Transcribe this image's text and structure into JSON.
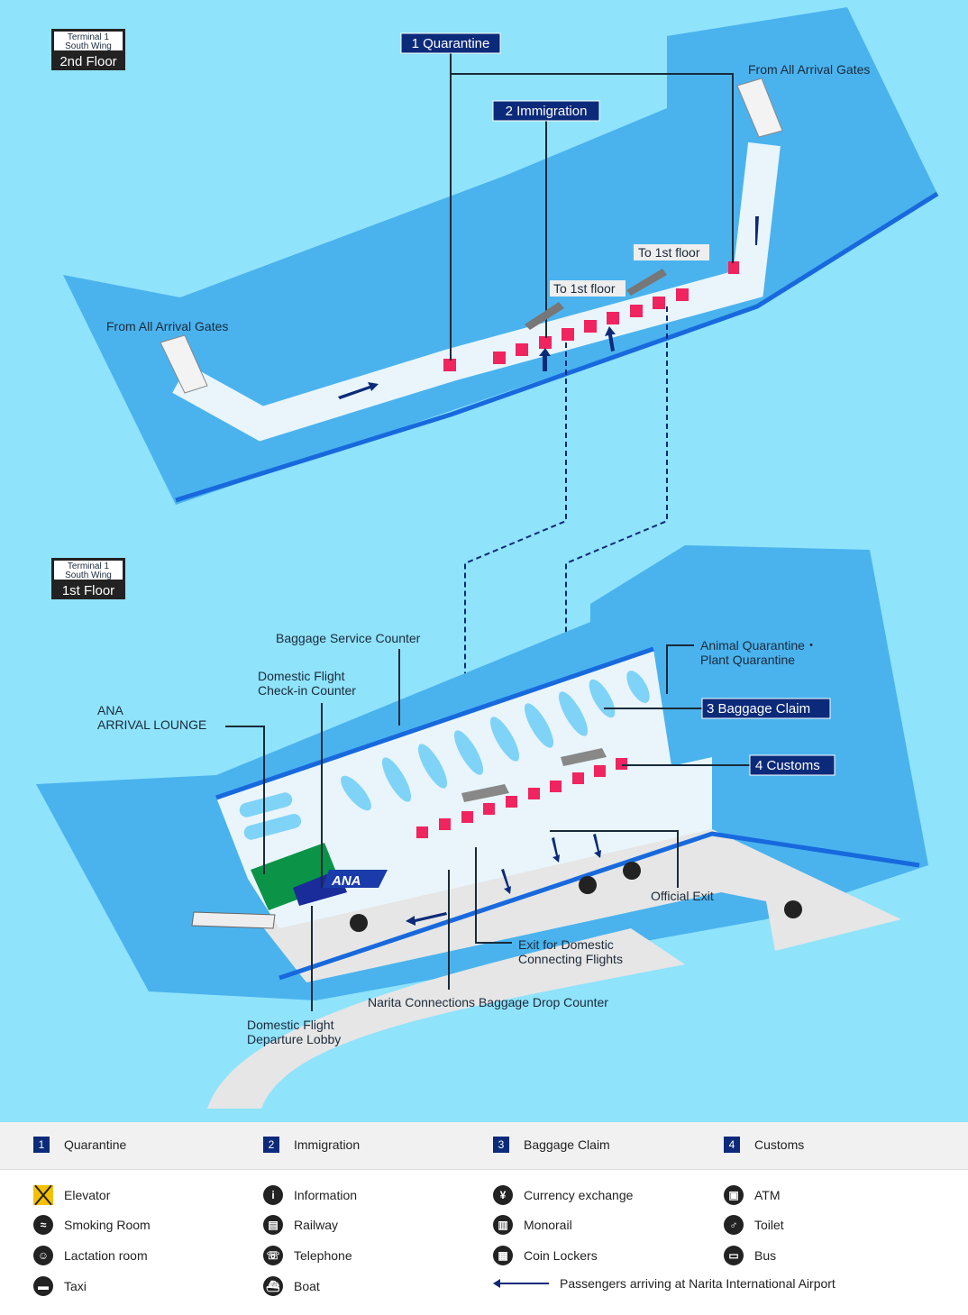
{
  "floors": {
    "second": {
      "terminal": "Terminal 1",
      "wing": "South Wing",
      "floor": "2nd Floor"
    },
    "first": {
      "terminal": "Terminal 1",
      "wing": "South Wing",
      "floor": "1st Floor"
    }
  },
  "second_floor_labels": {
    "quarantine": "1 Quarantine",
    "immigration": "2 Immigration",
    "from_gates_left": "From  All Arrival Gates",
    "from_gates_right": "From  All Arrival Gates",
    "to_first_a": "To 1st floor",
    "to_first_b": "To 1st floor"
  },
  "first_floor_labels": {
    "baggage_service": "Baggage Service Counter",
    "domestic_checkin_1": "Domestic Flight",
    "domestic_checkin_2": "Check-in Counter",
    "ana_lounge_1": "ANA",
    "ana_lounge_2": "ARRIVAL LOUNGE",
    "animal_q_1": "Animal Quarantine・",
    "animal_q_2": "Plant Quarantine",
    "baggage_claim": "3 Baggage Claim",
    "customs": "4 Customs",
    "official_exit": "Official Exit",
    "exit_domestic_1": "Exit for Domestic",
    "exit_domestic_2": "Connecting Flights",
    "baggage_drop": "Narita Connections Baggage Drop Counter",
    "departure_lobby_1": "Domestic Flight",
    "departure_lobby_2": "Departure Lobby",
    "ana_logo": "ANA"
  },
  "legend_steps": [
    {
      "num": "1",
      "label": "Quarantine"
    },
    {
      "num": "2",
      "label": "Immigration"
    },
    {
      "num": "3",
      "label": "Baggage Claim"
    },
    {
      "num": "4",
      "label": "Customs"
    }
  ],
  "legend_icons": [
    {
      "icon": "elevator-icon",
      "label": "Elevator"
    },
    {
      "icon": "information-icon",
      "glyph": "i",
      "label": "Information"
    },
    {
      "icon": "currency-exchange-icon",
      "glyph": "¥",
      "label": "Currency exchange"
    },
    {
      "icon": "atm-icon",
      "glyph": "▣",
      "label": "ATM"
    },
    {
      "icon": "smoking-room-icon",
      "glyph": "≈",
      "label": "Smoking Room"
    },
    {
      "icon": "railway-icon",
      "glyph": "▤",
      "label": "Railway"
    },
    {
      "icon": "monorail-icon",
      "glyph": "▥",
      "label": "Monorail"
    },
    {
      "icon": "toilet-icon",
      "glyph": "♂",
      "label": "Toilet"
    },
    {
      "icon": "lactation-room-icon",
      "glyph": "☺",
      "label": "Lactation room"
    },
    {
      "icon": "telephone-icon",
      "glyph": "☏",
      "label": "Telephone"
    },
    {
      "icon": "coin-lockers-icon",
      "glyph": "▦",
      "label": "Coin Lockers"
    },
    {
      "icon": "bus-icon",
      "glyph": "▭",
      "label": "Bus"
    },
    {
      "icon": "taxi-icon",
      "glyph": "▬",
      "label": "Taxi"
    },
    {
      "icon": "boat-icon",
      "glyph": "⛴",
      "label": "Boat"
    }
  ],
  "legend_arrow": "Passengers arriving at Narita International Airport",
  "colors": {
    "sky": "#8fe3fb",
    "apron": "#4ab3ee",
    "floor": "#e9f5fb",
    "edge": "#1769dd",
    "navy": "#0c2a7a",
    "counter": "#f0245e",
    "lounge": "#0b9447",
    "road": "#e6e6e6"
  }
}
